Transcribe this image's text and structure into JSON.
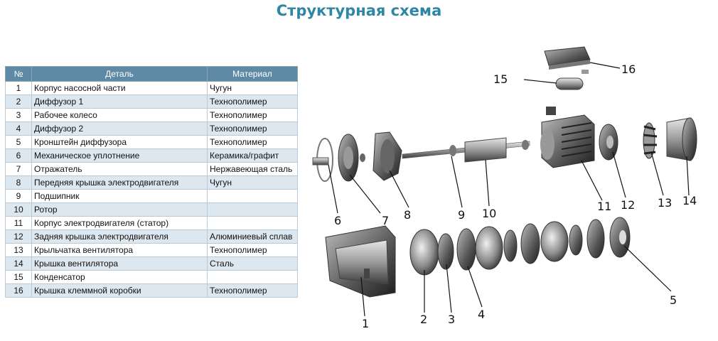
{
  "title": "Структурная схема",
  "table": {
    "headers": [
      "№",
      "Деталь",
      "Материал"
    ],
    "rows": [
      {
        "num": "1",
        "part": "Корпус насосной части",
        "material": "Чугун"
      },
      {
        "num": "2",
        "part": "Диффузор 1",
        "material": "Технополимер"
      },
      {
        "num": "3",
        "part": "Рабочее колесо",
        "material": "Технополимер"
      },
      {
        "num": "4",
        "part": "Диффузор 2",
        "material": "Технополимер"
      },
      {
        "num": "5",
        "part": "Кронштейн диффузора",
        "material": "Технополимер"
      },
      {
        "num": "6",
        "part": "Механическое уплотнение",
        "material": "Керамика/графит"
      },
      {
        "num": "7",
        "part": "Отражатель",
        "material": "Нержавеющая сталь"
      },
      {
        "num": "8",
        "part": "Передняя крышка электродвигателя",
        "material": "Чугун"
      },
      {
        "num": "9",
        "part": "Подшипник",
        "material": ""
      },
      {
        "num": "10",
        "part": "Ротор",
        "material": ""
      },
      {
        "num": "11",
        "part": "Корпус электродвигателя (статор)",
        "material": ""
      },
      {
        "num": "12",
        "part": "Задняя крышка электродвигателя",
        "material": "Алюминиевый сплав"
      },
      {
        "num": "13",
        "part": "Крыльчатка вентилятора",
        "material": "Технополимер"
      },
      {
        "num": "14",
        "part": "Крышка вентилятора",
        "material": "Сталь"
      },
      {
        "num": "15",
        "part": "Конденсатор",
        "material": ""
      },
      {
        "num": "16",
        "part": "Крышка клеммной коробки",
        "material": "Технополимер"
      }
    ]
  },
  "callouts": [
    "1",
    "2",
    "3",
    "4",
    "5",
    "6",
    "7",
    "8",
    "9",
    "10",
    "11",
    "12",
    "13",
    "14",
    "15",
    "16"
  ],
  "colors": {
    "title": "#2f86a6",
    "header_bg": "#5f8aa5",
    "alt_row": "#dce7ef"
  }
}
